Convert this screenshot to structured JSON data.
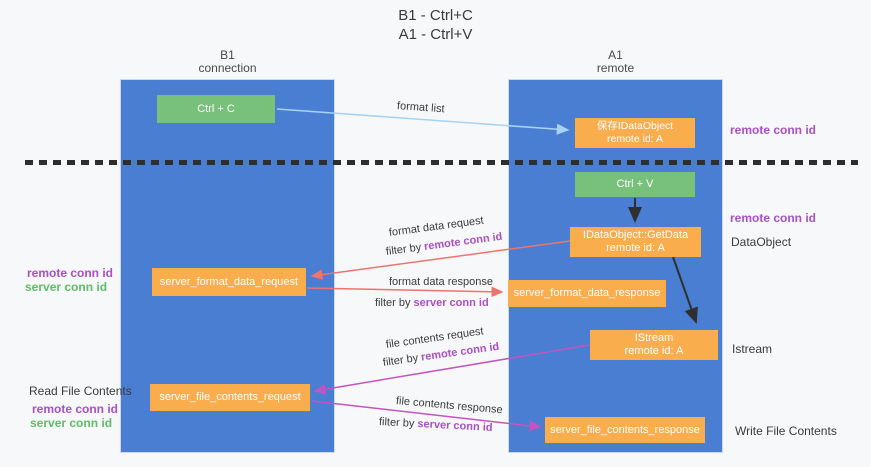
{
  "title": {
    "line1": "B1 - Ctrl+C",
    "line2": "A1 - Ctrl+V"
  },
  "columns": {
    "left": {
      "name": "B1",
      "role": "connection"
    },
    "right": {
      "name": "A1",
      "role": "remote"
    }
  },
  "nodes": {
    "ctrl_c": "Ctrl + C",
    "ctrl_v": "Ctrl + V",
    "save_dataobject_line1": "保存IDataObject",
    "save_dataobject_line2": "remote id: A",
    "getdata_line1": "IDataObject::GetData",
    "getdata_line2": "remote id: A",
    "istream_line1": "IStream",
    "istream_line2": "remote id: A",
    "format_request": "server_format_data_request",
    "format_response": "server_format_data_response",
    "file_request": "server_file_contents_request",
    "file_response": "server_file_contents_response"
  },
  "arrow_labels": {
    "format_list": "format list",
    "format_data_request": "format data request",
    "format_data_response": "format data response",
    "file_contents_request": "file contents request",
    "file_contents_response": "file contents response",
    "filter_by": "filter by"
  },
  "shared_labels": {
    "remote_conn_id": "remote conn id",
    "server_conn_id": "server conn id"
  },
  "side_labels": {
    "data_object": "DataObject",
    "istream": "Istream",
    "read_file_contents": "Read File Contents",
    "write_file_contents": "Write File Contents"
  },
  "colors": {
    "background": "#f7f8f9",
    "lifeline_blue": "#4a7ed3",
    "node_green": "#77c17b",
    "node_orange": "#f9ad4d",
    "arrow_light_blue": "#a6d2f3",
    "arrow_salmon": "#ef736f",
    "arrow_magenta": "#c653c0",
    "arrow_black": "#2f2f2f",
    "text_purple": "#ab4fc8",
    "text_green": "#5fbd66",
    "text_dark": "#3b3b3b"
  }
}
